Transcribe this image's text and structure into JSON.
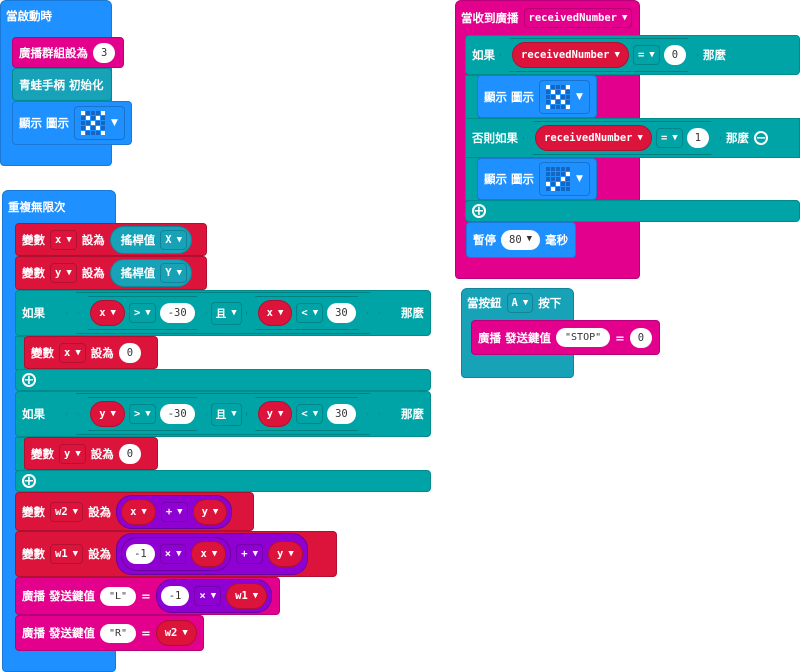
{
  "colors": {
    "basic": "#1e90ff",
    "radio": "#e3008c",
    "variables": "#dc143c",
    "logic": "#00a4a6",
    "gamepad": "#17a2b8",
    "math": "#8f00d3"
  },
  "on_start": {
    "title": "當啟動時",
    "set_group": {
      "label": "廣播群組設為",
      "value": "3"
    },
    "gamepad_init": "青蛙手柄 初始化",
    "show_icon": {
      "label": "顯示 圖示",
      "icon": "x-icon",
      "led": [
        "10001",
        "01010",
        "00100",
        "01010",
        "10001"
      ]
    }
  },
  "forever": {
    "title": "重複無限次",
    "set_x": {
      "label": "變數",
      "var": "x",
      "set": "設為",
      "reporter": "搖桿值",
      "axis": "X"
    },
    "set_y": {
      "label": "變數",
      "var": "y",
      "set": "設為",
      "reporter": "搖桿值",
      "axis": "Y"
    },
    "if1": {
      "if": "如果",
      "left": {
        "var": "x",
        "op": ">",
        "val": "-30"
      },
      "and": "且",
      "right": {
        "var": "x",
        "op": "<",
        "val": "30"
      },
      "then": "那麼",
      "body": {
        "label": "變數",
        "var": "x",
        "set": "設為",
        "value": "0"
      }
    },
    "if2": {
      "if": "如果",
      "left": {
        "var": "y",
        "op": ">",
        "val": "-30"
      },
      "and": "且",
      "right": {
        "var": "y",
        "op": "<",
        "val": "30"
      },
      "then": "那麼",
      "body": {
        "label": "變數",
        "var": "y",
        "set": "設為",
        "value": "0"
      }
    },
    "set_w2": {
      "label": "變數",
      "var": "w2",
      "set": "設為",
      "a": "x",
      "op": "+",
      "b": "y"
    },
    "set_w1": {
      "label": "變數",
      "var": "w1",
      "set": "設為",
      "n": "-1",
      "op1": "×",
      "a": "x",
      "op2": "+",
      "b": "y"
    },
    "send_L": {
      "label": "廣播 發送鍵值",
      "key": "\"L\"",
      "eq": "=",
      "n": "-1",
      "op": "×",
      "var": "w1"
    },
    "send_R": {
      "label": "廣播 發送鍵值",
      "key": "\"R\"",
      "eq": "=",
      "var": "w2"
    }
  },
  "on_received": {
    "title": "當收到廣播",
    "var": "receivedNumber",
    "if": {
      "label": "如果",
      "var": "receivedNumber",
      "op": "=",
      "val": "0",
      "then": "那麼",
      "show": {
        "label": "顯示 圖示",
        "led": [
          "10001",
          "01010",
          "00100",
          "01010",
          "10001"
        ]
      }
    },
    "else_if": {
      "label": "否則如果",
      "var": "receivedNumber",
      "op": "=",
      "val": "1",
      "then": "那麼",
      "show": {
        "label": "顯示 圖示",
        "led": [
          "00000",
          "00001",
          "00010",
          "10100",
          "01000"
        ]
      }
    },
    "pause": {
      "label": "暫停",
      "value": "80",
      "unit": "毫秒"
    }
  },
  "on_button": {
    "title": "當按鈕",
    "button": "A",
    "pressed": "按下",
    "send": {
      "label": "廣播 發送鍵值",
      "key": "\"STOP\"",
      "eq": "=",
      "value": "0"
    }
  }
}
